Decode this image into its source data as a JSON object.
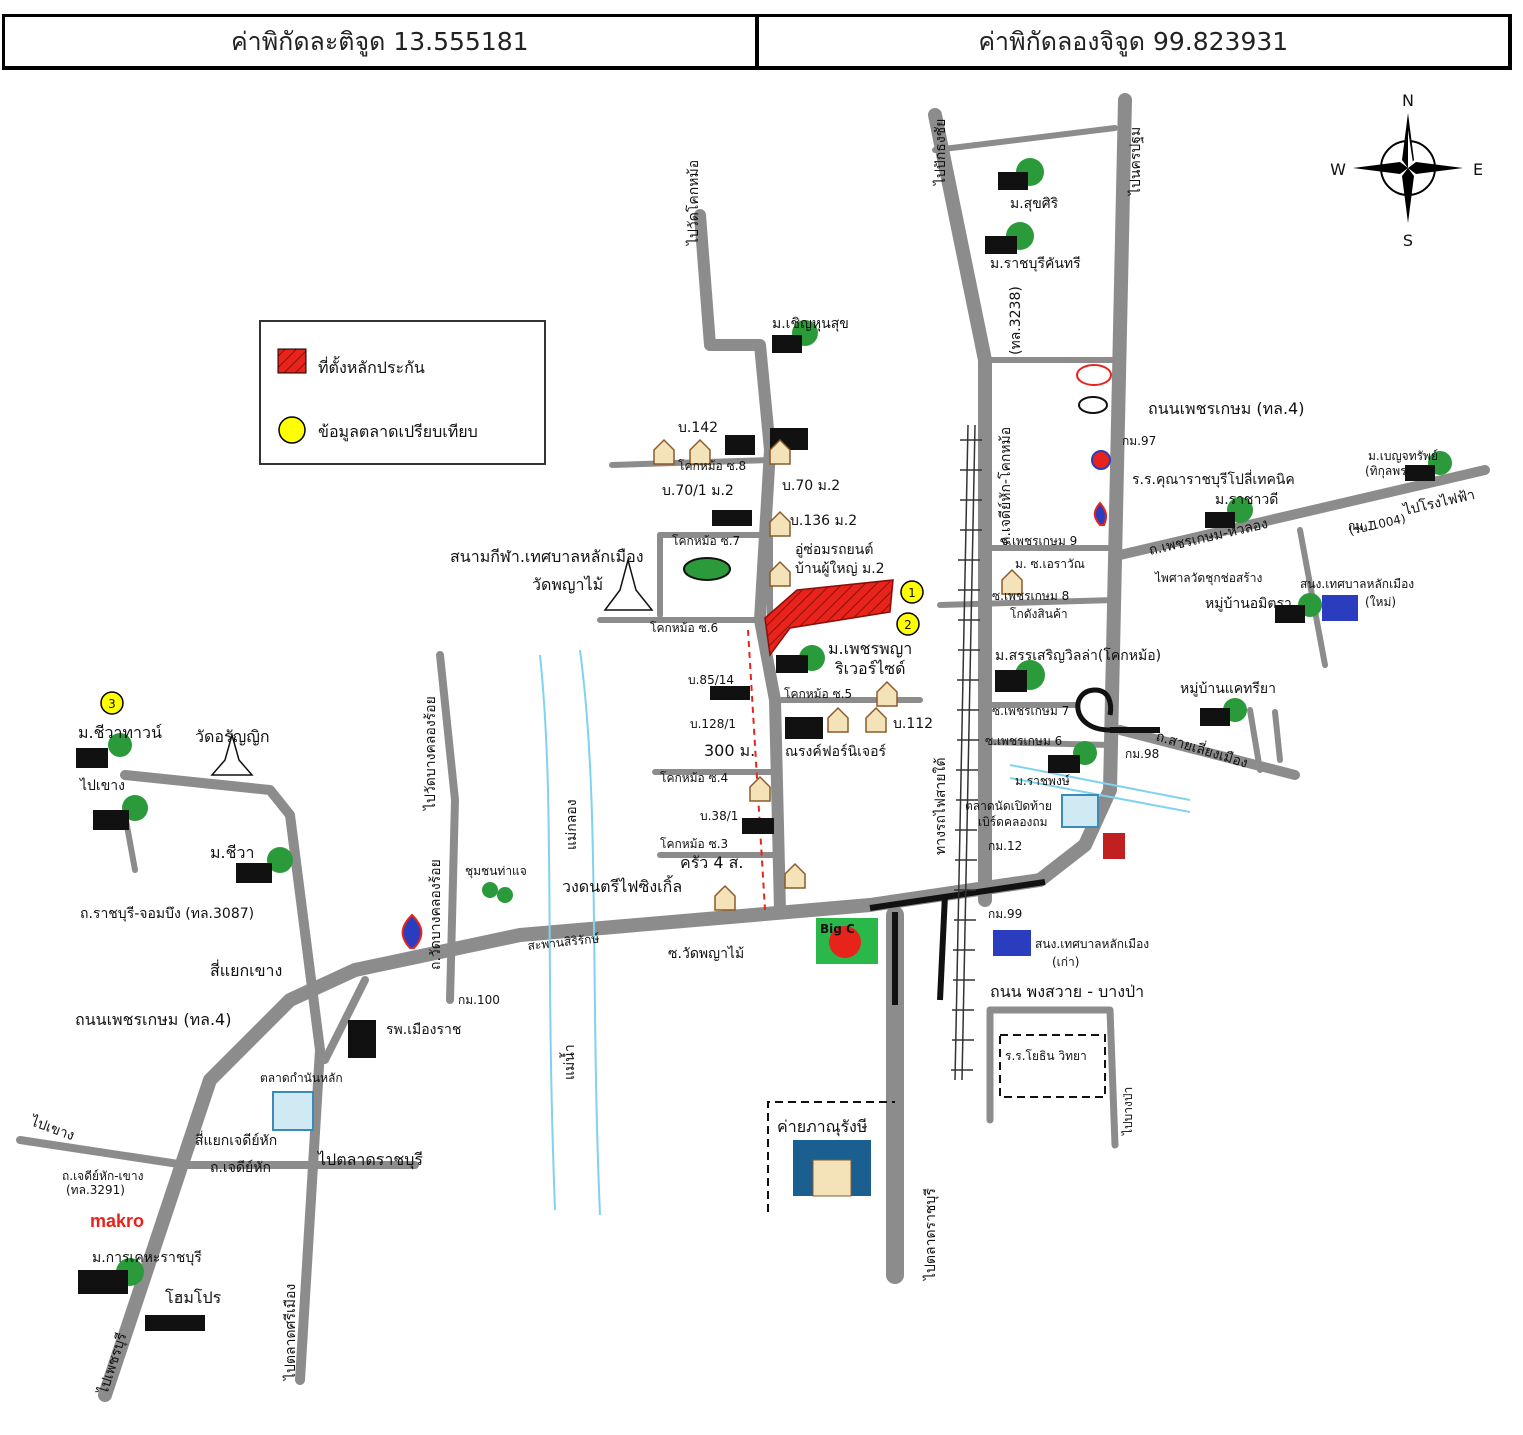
{
  "header": {
    "latitude": "ค่าพิกัดละติจูด 13.555181",
    "longitude": "ค่าพิกัดลองจิจูด 99.823931"
  },
  "compass": {
    "n": "N",
    "s": "S",
    "e": "E",
    "w": "W"
  },
  "legend": {
    "site": "ที่ตั้งหลักประกัน",
    "comparable": "ข้อมูลตลาดเปรียบเทียบ"
  },
  "markers": [
    "1",
    "2",
    "3"
  ],
  "colors": {
    "road": "#8c8c8c",
    "site": "#e8231c",
    "marker": "#ffff00",
    "river": "#7fd3ee",
    "distance": "#e8231c"
  },
  "labels": {
    "to_wat_kokmo": "ไปวัดโคกหม้อ",
    "m_chernkhunsuk": "ม.เชิญหุนสุข",
    "b142": "บ.142",
    "kokmo_soi8_top": "โคกหม้อ ซ.8",
    "b70_1": "บ.70/1 ม.2",
    "b70": "บ.70 ม.2",
    "b136": "บ.136 ม.2",
    "kokmo_soi7": "โคกหม้อ ซ.7",
    "garage": "อู่ซ่อมรถยนต์",
    "headman": "บ้านผู้ใหญ่ ม.2",
    "stadium": "สนามกีฬา.เทศบาลหลักเมือง",
    "wat_phaya": "วัดพญาไม้",
    "kokmo_soi6": "โคกหม้อ ซ.6",
    "m_phetphaya": "ม.เพชรพญา",
    "riverside": "ริเวอร์ไซด์",
    "b85": "บ.85/14",
    "kokmo_soi5": "โคกหม้อ ซ.5",
    "b128": "บ.128/1",
    "b112": "บ.112",
    "distance": "300 ม.",
    "furniture": "ณรงค์ฟอร์นิเจอร์",
    "kokmo_soi4": "โคกหม้อ ซ.4",
    "b38": "บ.38/1",
    "kokmo_soi3": "โคกหม้อ ซ.3",
    "kitchen": "ครัว 4 ส.",
    "band": "วงดนตรีไฟซิงเกิ้ล",
    "bridge": "สะพานสิริรักษ์",
    "soi_wat_phaya": "ซ.วัดพญาไม้",
    "to_bang_klongroi": "ไปวัดบางคลองร้อย",
    "wat_bang_klongroi": "ถ.วัดบางคลองร้อย",
    "chumchon": "ชุมชนท่าแจ",
    "mae_klong": "แม่กลอง",
    "mae_nam": "แม่น้ำ",
    "m_chiangtown": "ม.ชีวาทาวน์",
    "wat_tanyik": "วัดอรัญญิก",
    "to_chet_sao": "ไปเขาง",
    "m_chiwa": "ม.ชีวา",
    "rd_chombueng": "ถ.ราชบุรี-จอมบึง (ทล.3087)",
    "intersection_khao": "สี่แยกเขาง",
    "phetkasem_left": "ถนนเพชรเกษม  (ทล.4)",
    "km100": "กม.100",
    "hospital": "รพ.เมืองราช",
    "market_kamnan": "ตลาดกำนันหลัก",
    "intersection_chedi": "สี่แยกเจดีย์หัก",
    "to_chedi_hak": "ถ.เจดีย์หัก",
    "to_chedi_long": "ถ.เจดีย์หัก-เขาง",
    "rd_3291": "(ทล.3291)",
    "to_ratchaburi_mkt": "ไปตลาดราชบุรี",
    "to_chekho": "ไปเขาง",
    "makro": "makro",
    "m_kaheng": "ม.การเคหะราชบุรี",
    "homepro": "โฮมโปร",
    "to_phetburi": "ไปเพชรบุรี",
    "to_talad_sri": "ไปตลาดศรีเมือง",
    "to_pak_tho": "ไปปักธงชัย",
    "to_nakhon_pathom": "ไปนครปฐม",
    "m_sukhiri": "ม.สุขศิริ",
    "m_ratchaburi_kanthi": "ม.ราชบุรีคันทรี",
    "rd_3238": "(ทล.3238)",
    "rd_bypass": "ถ.เจดีย์หัก-โคกหม้อ",
    "phetkasem_right": "ถนนเพชรเกษม (ทล.4)",
    "km97": "กม.97",
    "school_tech": "ร.ร.คุณาราชบุรีโปลี่เทคนิค",
    "m_ratchawadi": "ม.ราชาวดี",
    "m_benjasap": "ม.เบญจทรัพย์",
    "m_kittiphon": "(ทิกุลพร)",
    "rd_1004": "(รบ.1004)",
    "km1": "กม.1",
    "to_power": "ไปโรงไฟฟ้า",
    "rd_phet_hualong": "ถ.เพชรเกษม-หัวลอง",
    "soi_phet9": "ซ.เพชรเกษม 9",
    "m_soi_erawan": "ม. ซ.เอราวัณ",
    "shrine": "ไพศาลวัดชุกช่อสร้าง",
    "office_new": "สนง.เทศบาลหลักเมือง",
    "office_new_sub": "(ใหม่)",
    "village_amit": "หมู่บ้านอมิตรา",
    "soi_phet8": "ซ.เพชรเกษม 8",
    "warehouse": "โกดังสินค้า",
    "m_sansoen": "ม.สรรเสริญวิลล่า(โคกหม้อ)",
    "village_khaeri": "หมู่บ้านแคทรียา",
    "soi_phet7": "ซ.เพชรเกษม 7",
    "soi_phet6": "ซ.เพชรเกษม 6",
    "km98": "กม.98",
    "rd_sai_liang": "ถ.สายเลี่ยงเมือง",
    "m_ratphong": "ม.ราชพงษ์",
    "market_open": "ตลาดนัดเปิดท้าย",
    "market_open2": "เบิร์ดคลองถม",
    "railway": "ทางรถไฟสายใต้",
    "km12": "กม.12",
    "km99": "กม.99",
    "office_old": "สนง.เทศบาลหลักเมือง",
    "office_old_sub": "(เก่า)",
    "rd_phong": "ถนน พงสวาย - บางป่า",
    "school_ying": "ร.ร.โยธิน วิทยา",
    "to_bangpa": "ไปบางป่า",
    "camp": "ค่ายภาณุรังษี",
    "to_talad_ratchaburi": "ไปตลาดราชบุรี",
    "bigc": "Big C"
  }
}
